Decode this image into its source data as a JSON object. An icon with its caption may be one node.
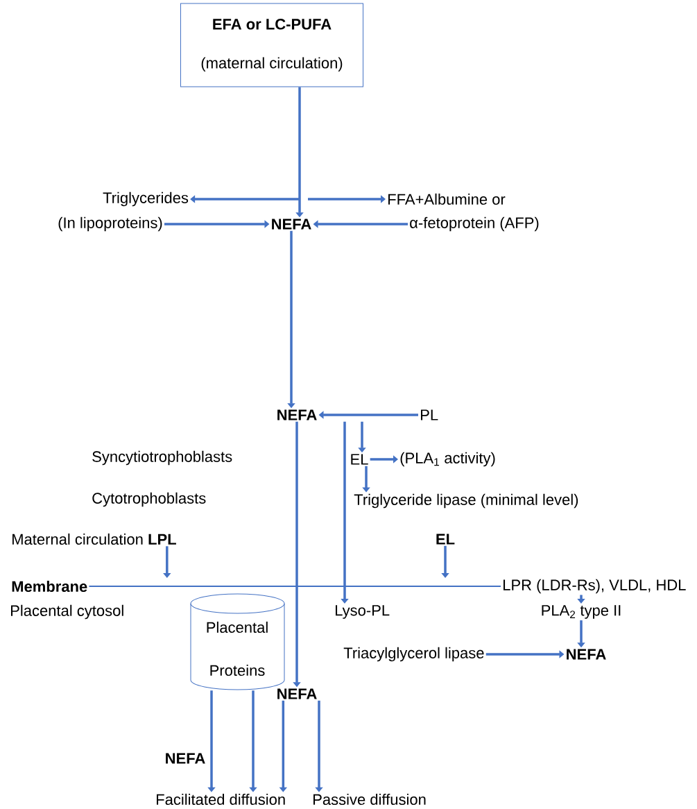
{
  "diagram": {
    "nodes": [
      {
        "text": [
          "EFA or LC-PUFA",
          "(maternal circulation)"
        ]
      },
      {
        "text": [
          "Triglycerides"
        ]
      },
      {
        "text": [
          "FFA+Albumine or"
        ]
      },
      {
        "text": [
          "(In lipoproteins)"
        ]
      },
      {
        "text": [
          "NEFA"
        ]
      },
      {
        "text": [
          "α-fetoprotein (AFP)"
        ]
      },
      {
        "text": [
          "NEFA"
        ]
      },
      {
        "text": [
          "PL"
        ]
      },
      {
        "text": [
          "EL"
        ]
      },
      {
        "text": [
          "(PLA$_{1}$ activity)"
        ]
      },
      {
        "text": [
          "Triglyceride lipase (minimal level)"
        ]
      },
      {
        "text": [
          "Maternal circulation **LPL**"
        ]
      },
      {
        "text": [
          "EL"
        ]
      },
      {
        "text": [
          "Membrane"
        ]
      },
      {
        "text": [
          "LPR (LDR-Rs), VLDL, HDL"
        ]
      },
      {
        "text": [
          "Placental",
          "Proteins"
        ]
      },
      {
        "text": [
          "Lyso-PL"
        ]
      },
      {
        "text": [
          "PLA$_{2}$ type II"
        ]
      },
      {
        "text": [
          "Triacylglycerol lipase"
        ]
      },
      {
        "text": [
          "NEFA"
        ]
      },
      {
        "text": [
          "NEFA"
        ]
      },
      {
        "text": [
          "Facilitated diffusion"
        ]
      },
      {
        "text": [
          "Passive diffusion"
        ]
      }
    ],
    "edges": [
      {
        "from": 0,
        "to": 4,
        "arrow": "to"
      },
      {
        "from": null,
        "to": 1,
        "arrow": "to"
      },
      {
        "from": null,
        "to": 2,
        "arrow": "to"
      },
      {
        "from": 3,
        "to": 4,
        "arrow": "to"
      },
      {
        "from": 5,
        "to": 4,
        "arrow": "to"
      },
      {
        "from": 4,
        "to": 6,
        "arrow": "to"
      },
      {
        "from": 7,
        "to": 6,
        "arrow": "to"
      },
      {
        "from": null,
        "to": 16,
        "arrow": "to"
      },
      {
        "from": null,
        "to": 8,
        "arrow": "to"
      },
      {
        "from": 8,
        "to": 9,
        "arrow": "to"
      },
      {
        "from": 8,
        "to": 10,
        "arrow": "to"
      },
      {
        "from": 11,
        "to": null,
        "arrow": "to"
      },
      {
        "from": 12,
        "to": null,
        "arrow": "to"
      },
      {
        "from": 13,
        "to": 14,
        "arrow": "none"
      },
      {
        "from": 14,
        "to": 17,
        "arrow": "to"
      },
      {
        "from": 17,
        "to": 19,
        "arrow": "to"
      },
      {
        "from": 18,
        "to": 19,
        "arrow": "to"
      },
      {
        "from": 6,
        "to": 20,
        "arrow": "to"
      },
      {
        "from": 15,
        "to": 21,
        "arrow": "to"
      },
      {
        "from": 15,
        "to": 21,
        "arrow": "to"
      },
      {
        "from": 20,
        "to": 21,
        "arrow": "to"
      },
      {
        "from": 20,
        "to": 22,
        "arrow": "to"
      }
    ],
    "labels": [
      "Syncytiotrophoblasts",
      "Cytotrophoblasts",
      "Placental cytosol",
      "NEFA"
    ]
  }
}
